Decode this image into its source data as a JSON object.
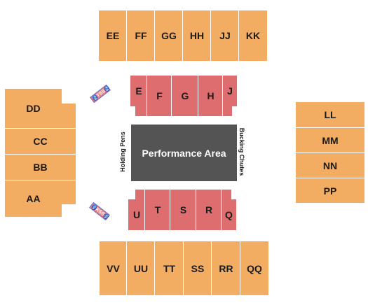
{
  "colors": {
    "orange": "#f2ad63",
    "red": "#dd6d6e",
    "stage": "#545454",
    "accessible": "#6570c9"
  },
  "stage": {
    "label": "Performance Area",
    "left_label": "Holding Pens",
    "right_label": "Bucking Chutes"
  },
  "accessible_badges": [
    {
      "label": "YSS",
      "icon": "wheelchair-icon"
    },
    {
      "label": "RSS",
      "icon": "wheelchair-icon"
    }
  ],
  "sections": {
    "top_orange": [
      "EE",
      "FF",
      "GG",
      "HH",
      "JJ",
      "KK"
    ],
    "top_red": [
      "E",
      "F",
      "G",
      "H",
      "J"
    ],
    "left": [
      "DD",
      "CC",
      "BB",
      "AA"
    ],
    "right": [
      "LL",
      "MM",
      "NN",
      "PP"
    ],
    "bottom_red": [
      "U",
      "T",
      "S",
      "R",
      "Q"
    ],
    "bottom_orange": [
      "VV",
      "UU",
      "TT",
      "SS",
      "RR",
      "QQ"
    ]
  }
}
